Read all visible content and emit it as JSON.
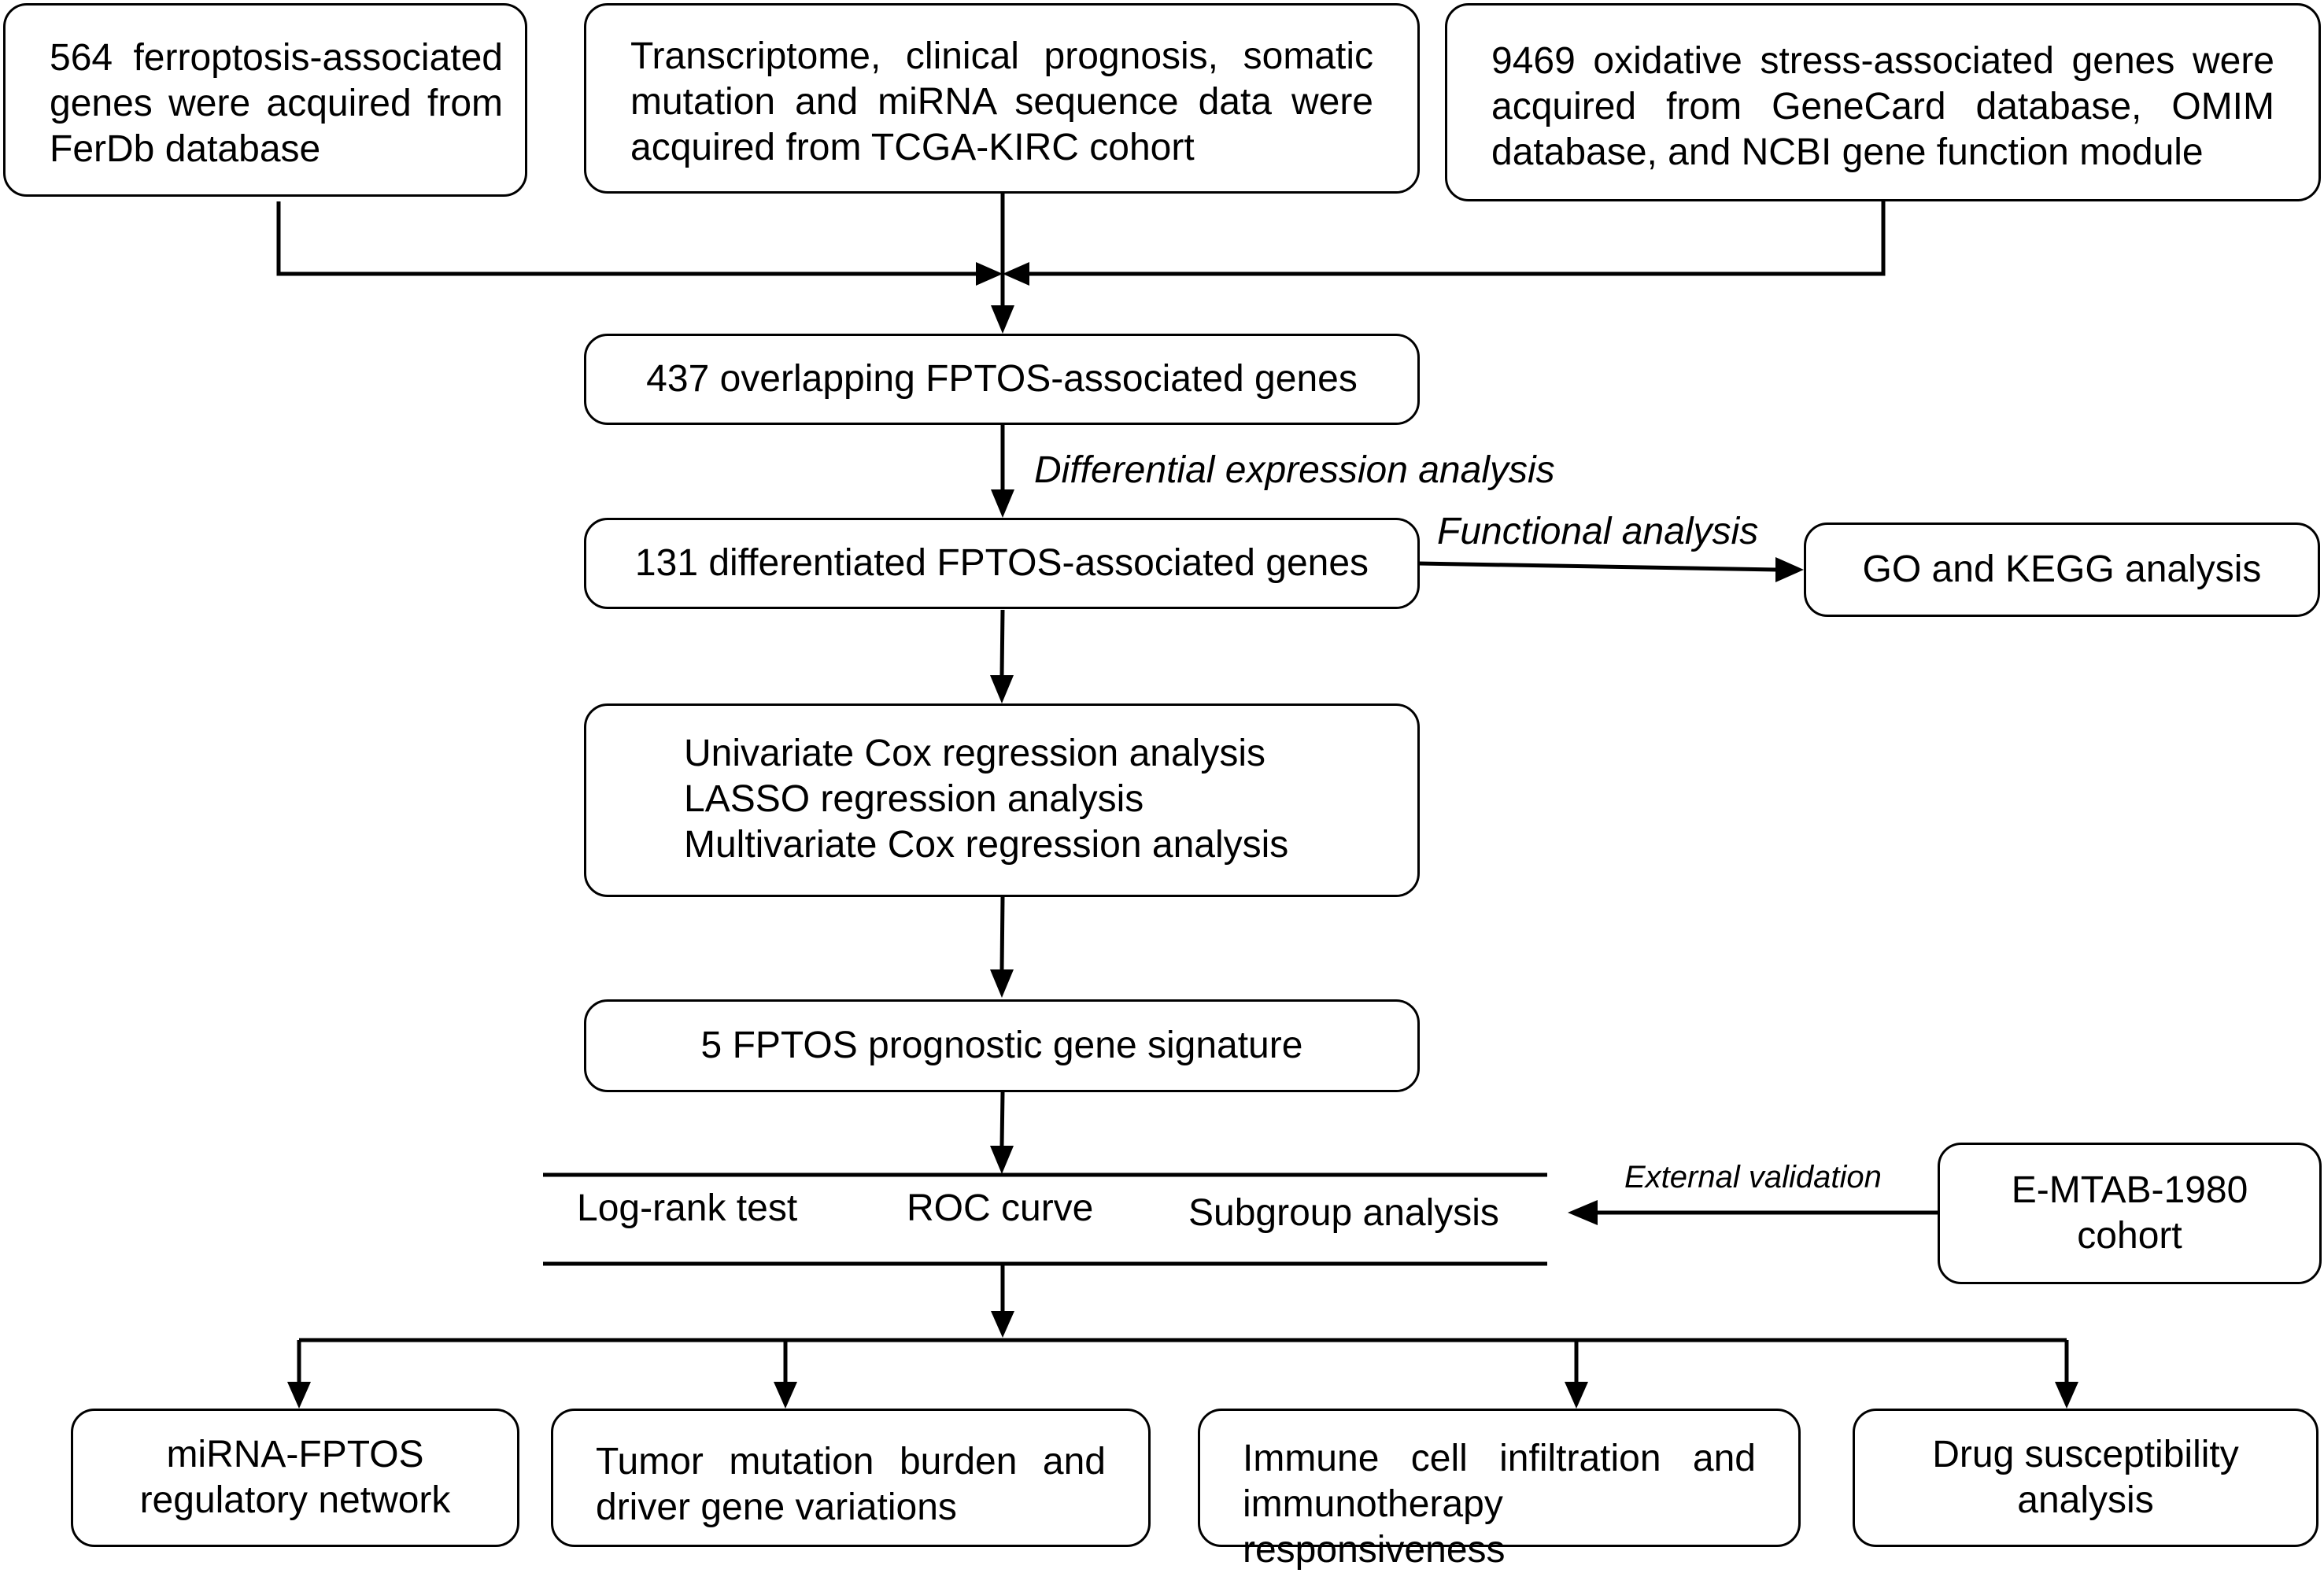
{
  "sources": {
    "ferroptosis": [
      "564 ferroptosis-associated",
      "genes were acquired from",
      "FerDb database"
    ],
    "tcga": [
      "Transcriptome, clinical prognosis, somatic",
      "mutation and miRNA sequence data were",
      "acquired from TCGA-KIRC cohort"
    ],
    "oxidative": [
      "9469 oxidative stress-associated genes were",
      "acquired from GeneCard database, OMIM",
      "database, and NCBI gene function module"
    ]
  },
  "overlap": "437 overlapping FPTOS-associated genes",
  "differential_label": "Differential expression analysis",
  "differentiated": "131 differentiated FPTOS-associated genes",
  "functional_label": "Functional analysis",
  "go_kegg": "GO and KEGG analysis",
  "regression": [
    "Univariate Cox regression analysis",
    "LASSO regression analysis",
    "Multivariate Cox regression analysis"
  ],
  "signature": "5 FPTOS prognostic gene signature",
  "validation_methods": {
    "logrank": "Log-rank test",
    "roc": "ROC curve",
    "subgroup": "Subgroup analysis"
  },
  "external_label": "External validation",
  "external_cohort": [
    "E-MTAB-1980",
    "cohort"
  ],
  "outcomes": {
    "mirna": [
      "miRNA-FPTOS",
      "regulatory network"
    ],
    "tmb": [
      "Tumor mutation burden and",
      "driver gene variations"
    ],
    "immune": [
      "Immune cell infiltration and",
      "immunotherapy responsiveness"
    ],
    "drug": [
      "Drug susceptibility",
      "analysis"
    ]
  }
}
